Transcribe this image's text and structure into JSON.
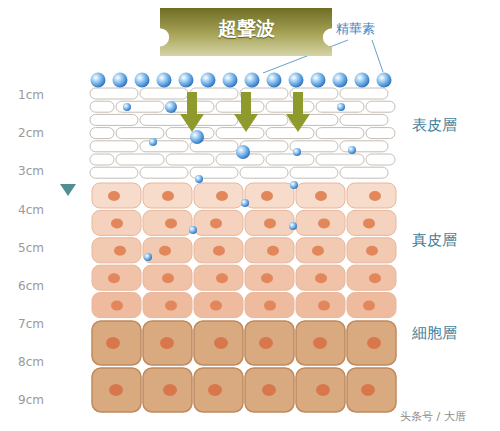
{
  "diagram": {
    "nodes": [
      {
        "text": [
          "超聲波"
        ]
      }
    ],
    "labels": [
      "精華素",
      "1cm",
      "2cm",
      "3cm",
      "4cm",
      "5cm",
      "6cm",
      "7cm",
      "8cm",
      "9cm",
      "表皮層",
      "真皮層",
      "細胞層",
      "头条号 / 大厝"
    ]
  }
}
